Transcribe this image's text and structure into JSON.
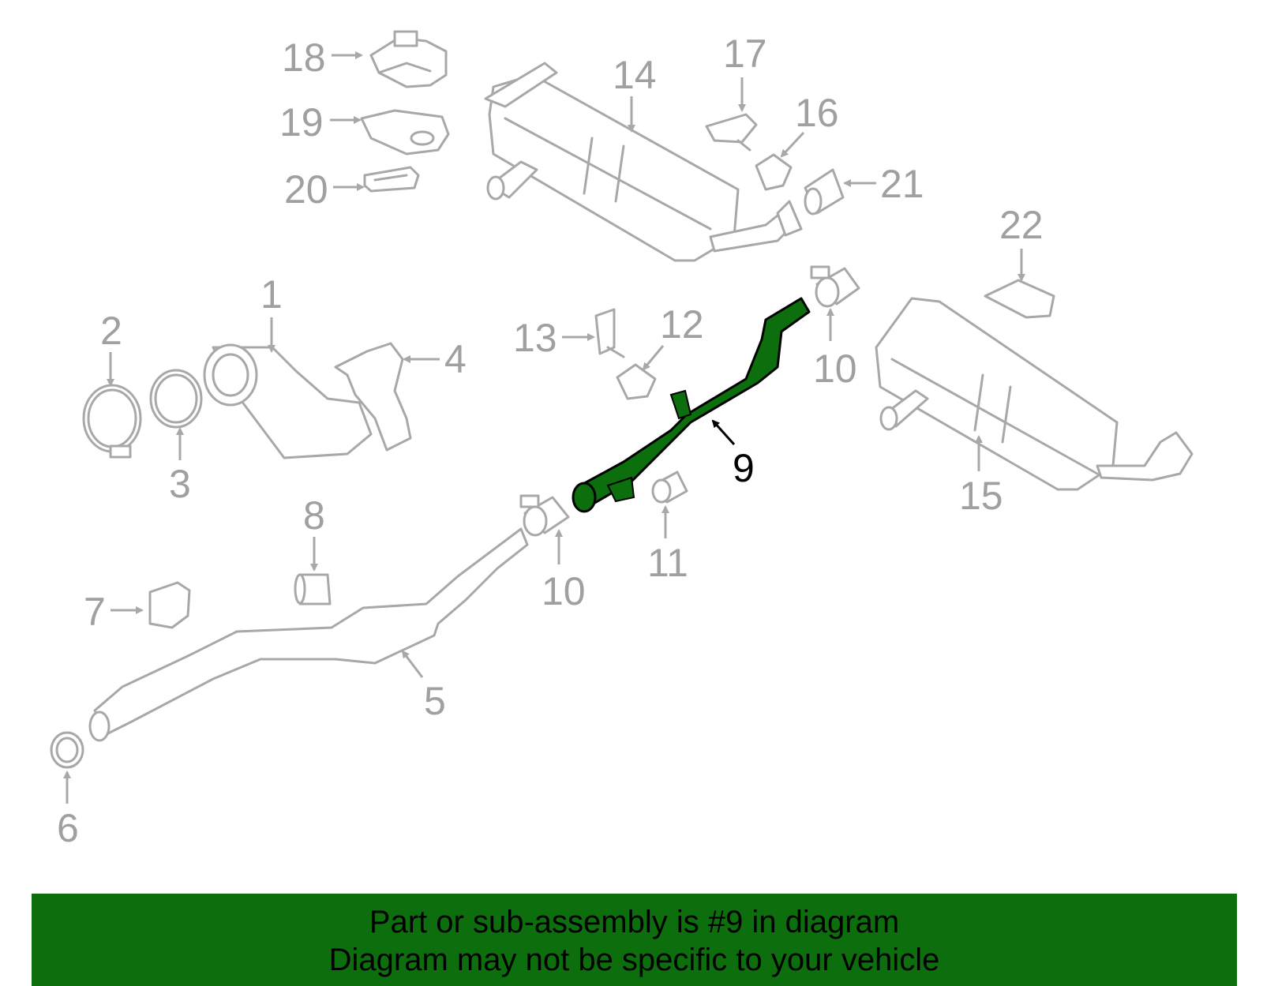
{
  "diagram": {
    "callouts": [
      {
        "id": "1",
        "label": "1"
      },
      {
        "id": "2",
        "label": "2"
      },
      {
        "id": "3",
        "label": "3"
      },
      {
        "id": "4",
        "label": "4"
      },
      {
        "id": "5",
        "label": "5"
      },
      {
        "id": "6",
        "label": "6"
      },
      {
        "id": "7",
        "label": "7"
      },
      {
        "id": "8",
        "label": "8"
      },
      {
        "id": "9",
        "label": "9"
      },
      {
        "id": "10a",
        "label": "10"
      },
      {
        "id": "10b",
        "label": "10"
      },
      {
        "id": "11",
        "label": "11"
      },
      {
        "id": "12",
        "label": "12"
      },
      {
        "id": "13",
        "label": "13"
      },
      {
        "id": "14",
        "label": "14"
      },
      {
        "id": "15",
        "label": "15"
      },
      {
        "id": "16",
        "label": "16"
      },
      {
        "id": "17",
        "label": "17"
      },
      {
        "id": "18",
        "label": "18"
      },
      {
        "id": "19",
        "label": "19"
      },
      {
        "id": "20",
        "label": "20"
      },
      {
        "id": "21",
        "label": "21"
      },
      {
        "id": "22",
        "label": "22"
      }
    ],
    "highlight_part": "9",
    "colors": {
      "highlight": "#0c6e0c",
      "outline": "#a8a8a8",
      "label": "#a0a0a0",
      "highlight_label": "#000000"
    }
  },
  "banner": {
    "line1": "Part or sub-assembly is #9 in diagram",
    "line2": "Diagram may not be specific to your vehicle",
    "background": "#0c6e0c"
  }
}
